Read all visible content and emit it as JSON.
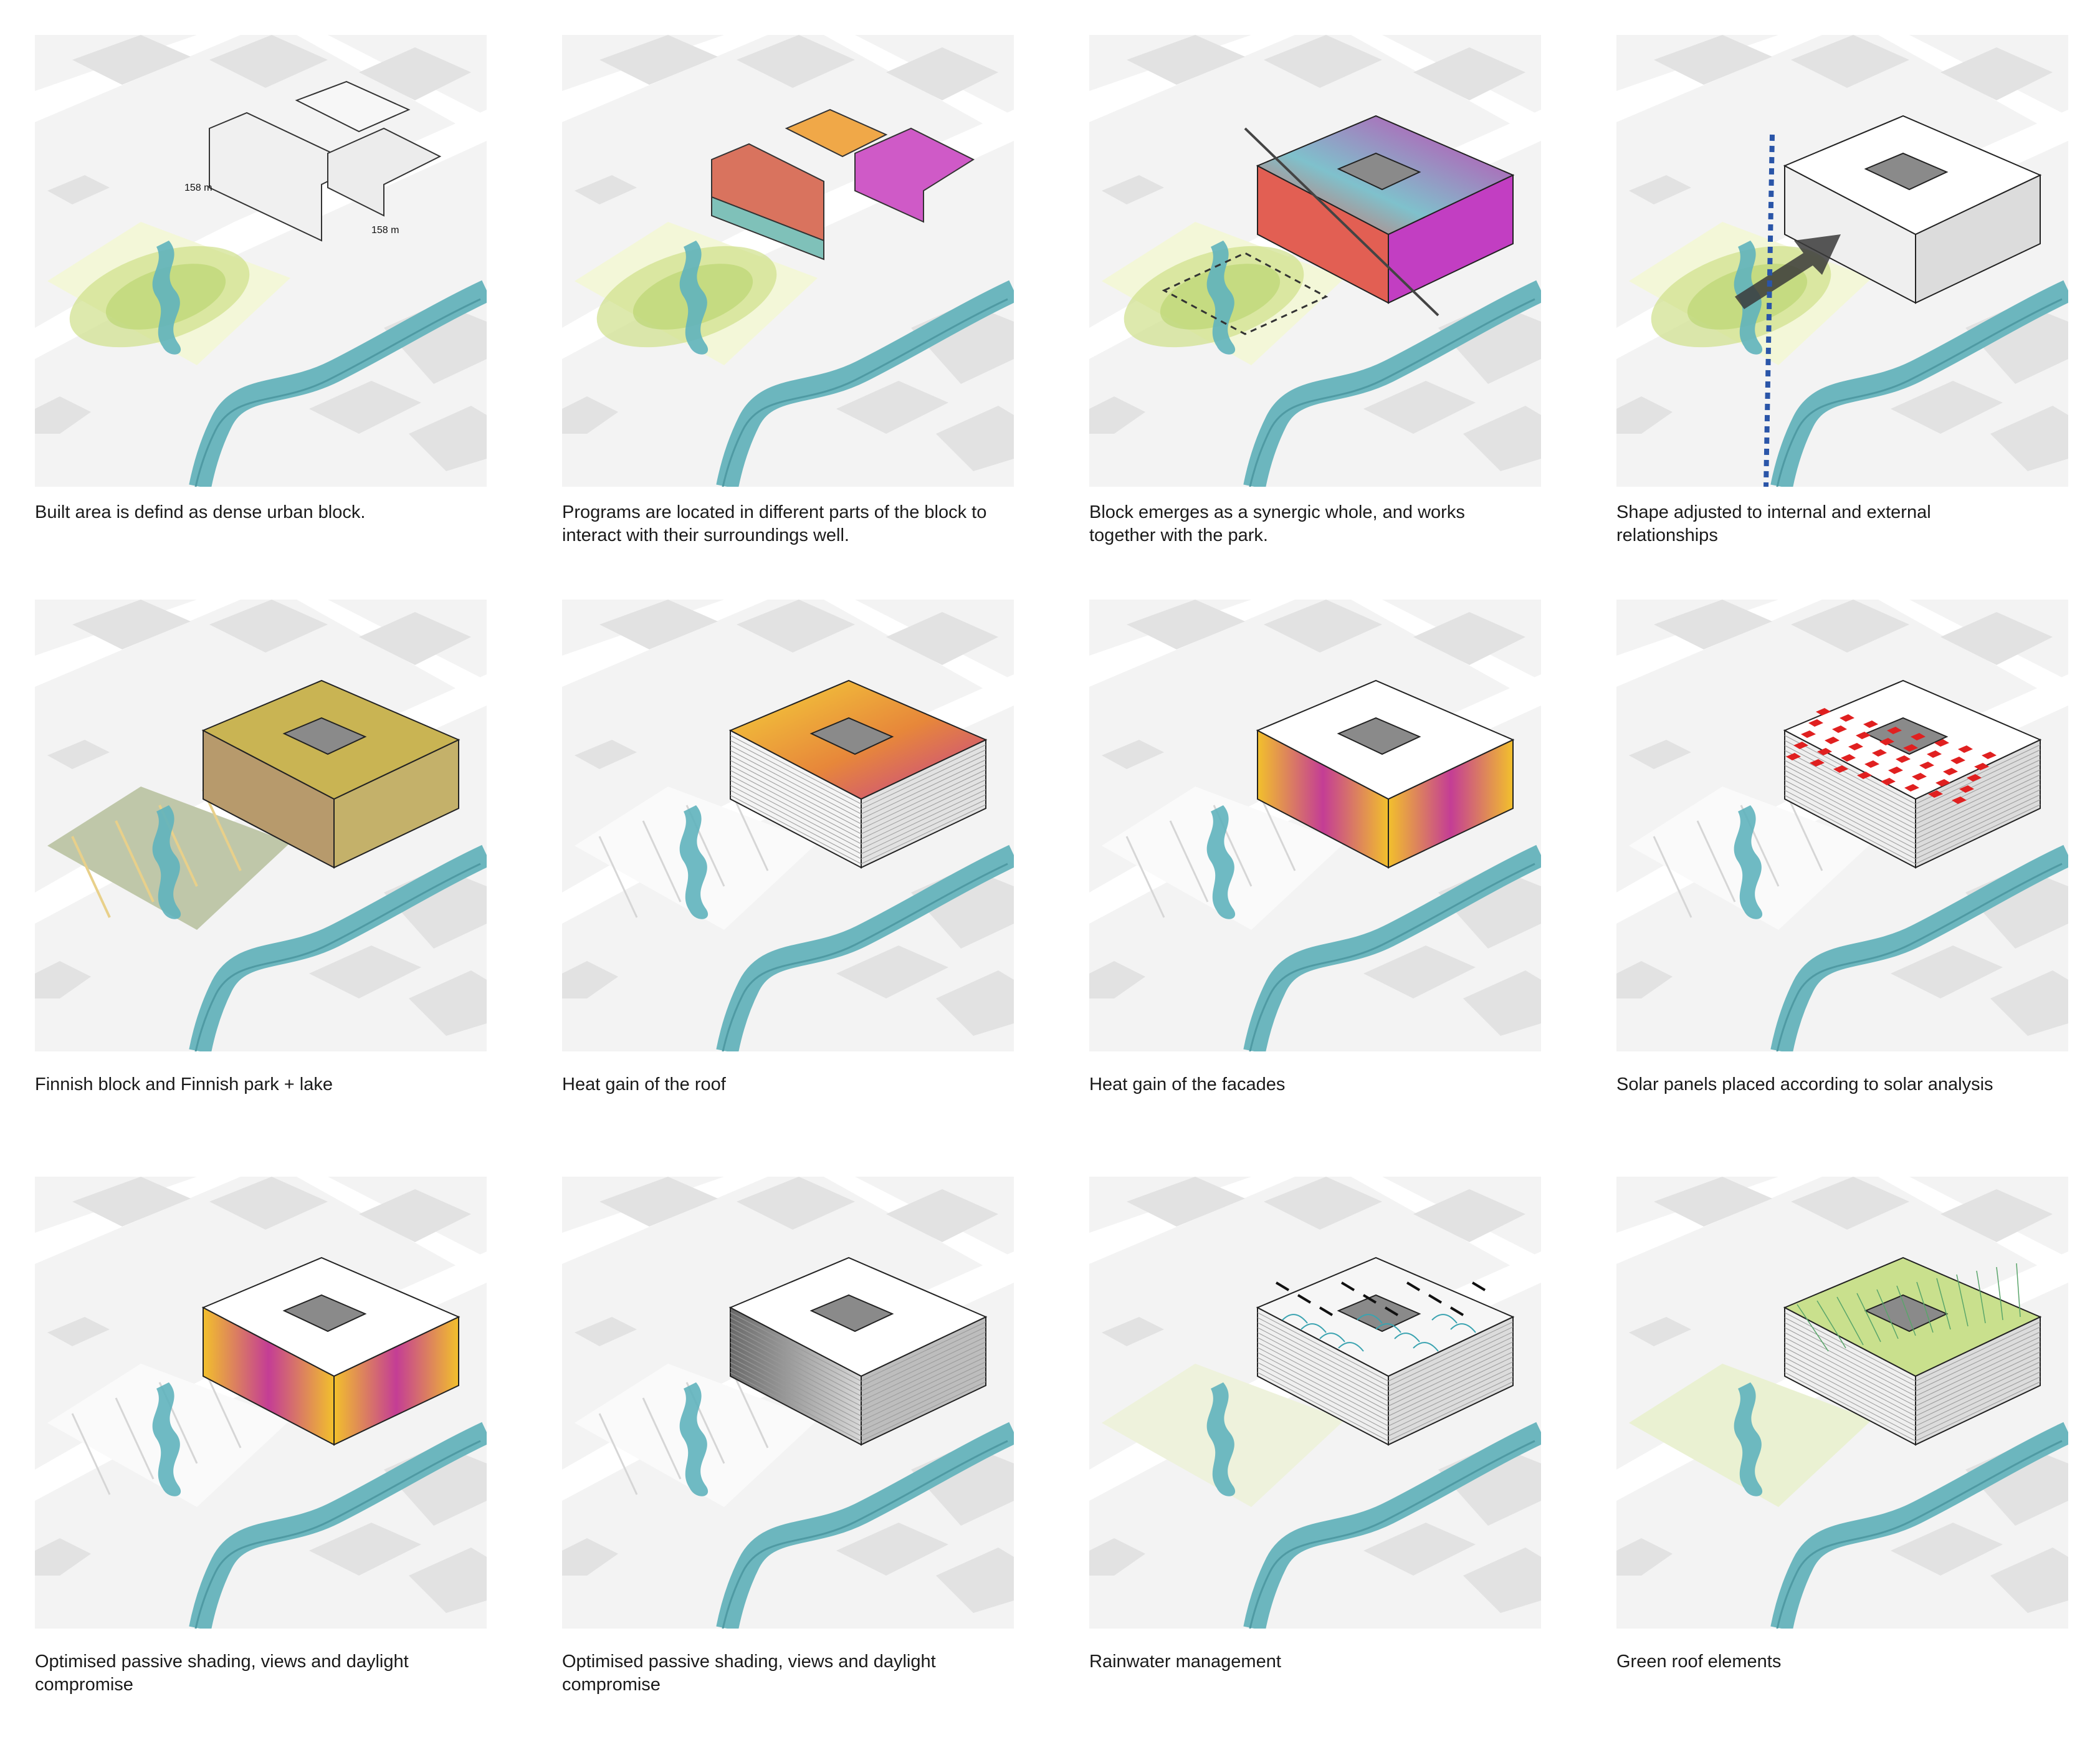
{
  "colors": {
    "canal": "#6cb6be",
    "ground": "#f3f3f3",
    "street": "#ffffff",
    "context_block": "#e2e2e2",
    "park_green": "#cfe08a",
    "water": "#5fb2bd",
    "roof_warm": "#e9b62c",
    "roof_magenta": "#c43d95",
    "solar_red": "#e02020",
    "green_roof": "#c9e08d",
    "arrow_blue": "#2a55a8"
  },
  "dimensions": {
    "label_a": "158 m",
    "label_b": "158 m"
  },
  "panels": [
    {
      "variant": "massing",
      "caption": [
        "Built area is defind as dense urban block."
      ]
    },
    {
      "variant": "programs",
      "caption": [
        "Programs are located in different parts of the block to",
        "interact with their surroundings well."
      ]
    },
    {
      "variant": "synergy",
      "caption": [
        "Block emerges as a synergic whole, and works",
        "together with the park."
      ]
    },
    {
      "variant": "shape",
      "caption": [
        "Shape adjusted to internal and external",
        "relationships"
      ]
    },
    {
      "variant": "finish",
      "caption": [
        "Finnish block and Finnish park + lake"
      ]
    },
    {
      "variant": "roof-heat",
      "caption": [
        "Heat gain of the roof"
      ]
    },
    {
      "variant": "facade-heat",
      "caption": [
        "Heat gain of the facades"
      ]
    },
    {
      "variant": "solar",
      "caption": [
        "Solar panels placed according to solar analysis"
      ]
    },
    {
      "variant": "shading-color",
      "caption": [
        "Optimised passive shading, views and daylight",
        "compromise"
      ]
    },
    {
      "variant": "shading-gray",
      "caption": [
        "Optimised passive shading, views and daylight",
        "compromise"
      ]
    },
    {
      "variant": "rainwater",
      "caption": [
        "Rainwater management"
      ]
    },
    {
      "variant": "green-roof",
      "caption": [
        "Green roof elements"
      ]
    }
  ]
}
